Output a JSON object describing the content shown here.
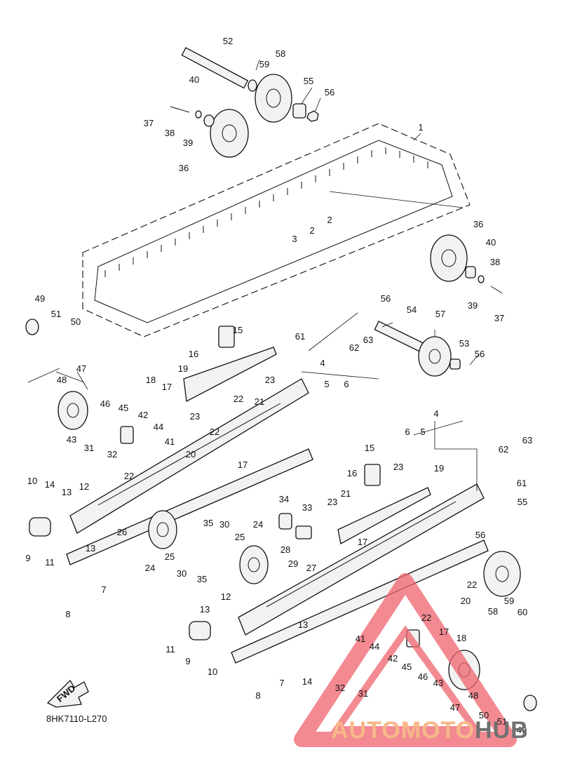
{
  "diagram": {
    "code": "8HK7110-L270",
    "fwd_label": "FWD",
    "callouts": [
      {
        "n": "1"
      },
      {
        "n": "2"
      },
      {
        "n": "2"
      },
      {
        "n": "3"
      },
      {
        "n": "36"
      },
      {
        "n": "36"
      },
      {
        "n": "37"
      },
      {
        "n": "37"
      },
      {
        "n": "38"
      },
      {
        "n": "38"
      },
      {
        "n": "39"
      },
      {
        "n": "39"
      },
      {
        "n": "40"
      },
      {
        "n": "40"
      },
      {
        "n": "52"
      },
      {
        "n": "58"
      },
      {
        "n": "59"
      },
      {
        "n": "55"
      },
      {
        "n": "56"
      },
      {
        "n": "49"
      },
      {
        "n": "51"
      },
      {
        "n": "50"
      },
      {
        "n": "48"
      },
      {
        "n": "47"
      },
      {
        "n": "15"
      },
      {
        "n": "16"
      },
      {
        "n": "19"
      },
      {
        "n": "18"
      },
      {
        "n": "17"
      },
      {
        "n": "23"
      },
      {
        "n": "21"
      },
      {
        "n": "22"
      },
      {
        "n": "23"
      },
      {
        "n": "22"
      },
      {
        "n": "61"
      },
      {
        "n": "56"
      },
      {
        "n": "54"
      },
      {
        "n": "57"
      },
      {
        "n": "63"
      },
      {
        "n": "62"
      },
      {
        "n": "53"
      },
      {
        "n": "56"
      },
      {
        "n": "4"
      },
      {
        "n": "5"
      },
      {
        "n": "6"
      },
      {
        "n": "46"
      },
      {
        "n": "45"
      },
      {
        "n": "43"
      },
      {
        "n": "42"
      },
      {
        "n": "44"
      },
      {
        "n": "41"
      },
      {
        "n": "31"
      },
      {
        "n": "32"
      },
      {
        "n": "20"
      },
      {
        "n": "22"
      },
      {
        "n": "17"
      },
      {
        "n": "10"
      },
      {
        "n": "14"
      },
      {
        "n": "13"
      },
      {
        "n": "12"
      },
      {
        "n": "9"
      },
      {
        "n": "11"
      },
      {
        "n": "13"
      },
      {
        "n": "26"
      },
      {
        "n": "24"
      },
      {
        "n": "25"
      },
      {
        "n": "30"
      },
      {
        "n": "35"
      },
      {
        "n": "35"
      },
      {
        "n": "30"
      },
      {
        "n": "25"
      },
      {
        "n": "24"
      },
      {
        "n": "7"
      },
      {
        "n": "8"
      },
      {
        "n": "4"
      },
      {
        "n": "6"
      },
      {
        "n": "5"
      },
      {
        "n": "63"
      },
      {
        "n": "62"
      },
      {
        "n": "61"
      },
      {
        "n": "15"
      },
      {
        "n": "16"
      },
      {
        "n": "23"
      },
      {
        "n": "21"
      },
      {
        "n": "19"
      },
      {
        "n": "23"
      },
      {
        "n": "34"
      },
      {
        "n": "33"
      },
      {
        "n": "28"
      },
      {
        "n": "29"
      },
      {
        "n": "27"
      },
      {
        "n": "17"
      },
      {
        "n": "55"
      },
      {
        "n": "56"
      },
      {
        "n": "22"
      },
      {
        "n": "20"
      },
      {
        "n": "59"
      },
      {
        "n": "60"
      },
      {
        "n": "58"
      },
      {
        "n": "12"
      },
      {
        "n": "13"
      },
      {
        "n": "13"
      },
      {
        "n": "11"
      },
      {
        "n": "9"
      },
      {
        "n": "10"
      },
      {
        "n": "14"
      },
      {
        "n": "7"
      },
      {
        "n": "8"
      },
      {
        "n": "41"
      },
      {
        "n": "44"
      },
      {
        "n": "42"
      },
      {
        "n": "22"
      },
      {
        "n": "17"
      },
      {
        "n": "18"
      },
      {
        "n": "45"
      },
      {
        "n": "46"
      },
      {
        "n": "43"
      },
      {
        "n": "32"
      },
      {
        "n": "31"
      },
      {
        "n": "48"
      },
      {
        "n": "47"
      },
      {
        "n": "50"
      },
      {
        "n": "51"
      },
      {
        "n": "49"
      }
    ]
  },
  "watermark": {
    "brand_part1": "AUTOMOTO",
    "brand_part2": "HUB",
    "color_light": "#f6b98a",
    "color_dark": "#707070",
    "triangle_color": "#f0646e"
  }
}
